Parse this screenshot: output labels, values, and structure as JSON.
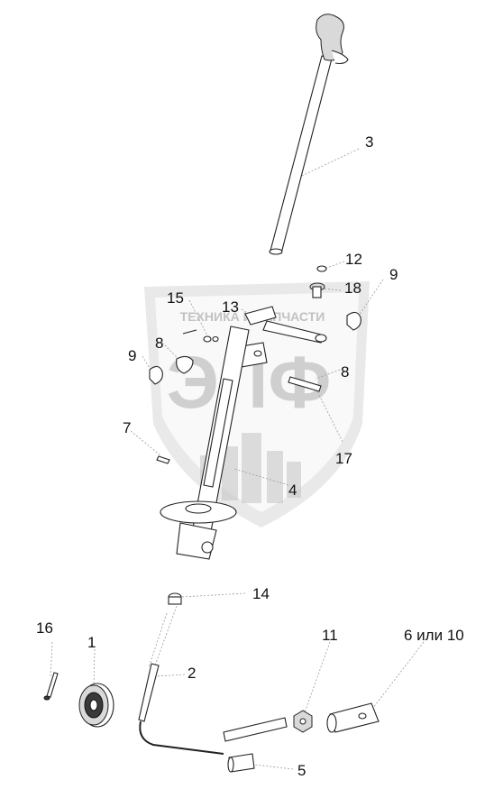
{
  "watermark": {
    "top_text": "ТЕХНИКА И ЗАПЧАСТИ",
    "logo_text": "ЭЛФ"
  },
  "callouts": [
    {
      "id": "c3",
      "text": "3"
    },
    {
      "id": "c12",
      "text": "12"
    },
    {
      "id": "c9r",
      "text": "9"
    },
    {
      "id": "c18",
      "text": "18"
    },
    {
      "id": "c15",
      "text": "15"
    },
    {
      "id": "c13",
      "text": "13"
    },
    {
      "id": "c8l",
      "text": "8"
    },
    {
      "id": "c9l",
      "text": "9"
    },
    {
      "id": "c8r",
      "text": "8"
    },
    {
      "id": "c7",
      "text": "7"
    },
    {
      "id": "c17",
      "text": "17"
    },
    {
      "id": "c4",
      "text": "4"
    },
    {
      "id": "c14",
      "text": "14"
    },
    {
      "id": "c16",
      "text": "16"
    },
    {
      "id": "c1",
      "text": "1"
    },
    {
      "id": "c2",
      "text": "2"
    },
    {
      "id": "c11",
      "text": "11"
    },
    {
      "id": "c610",
      "text": "6 или 10"
    },
    {
      "id": "c5",
      "text": "5"
    }
  ]
}
